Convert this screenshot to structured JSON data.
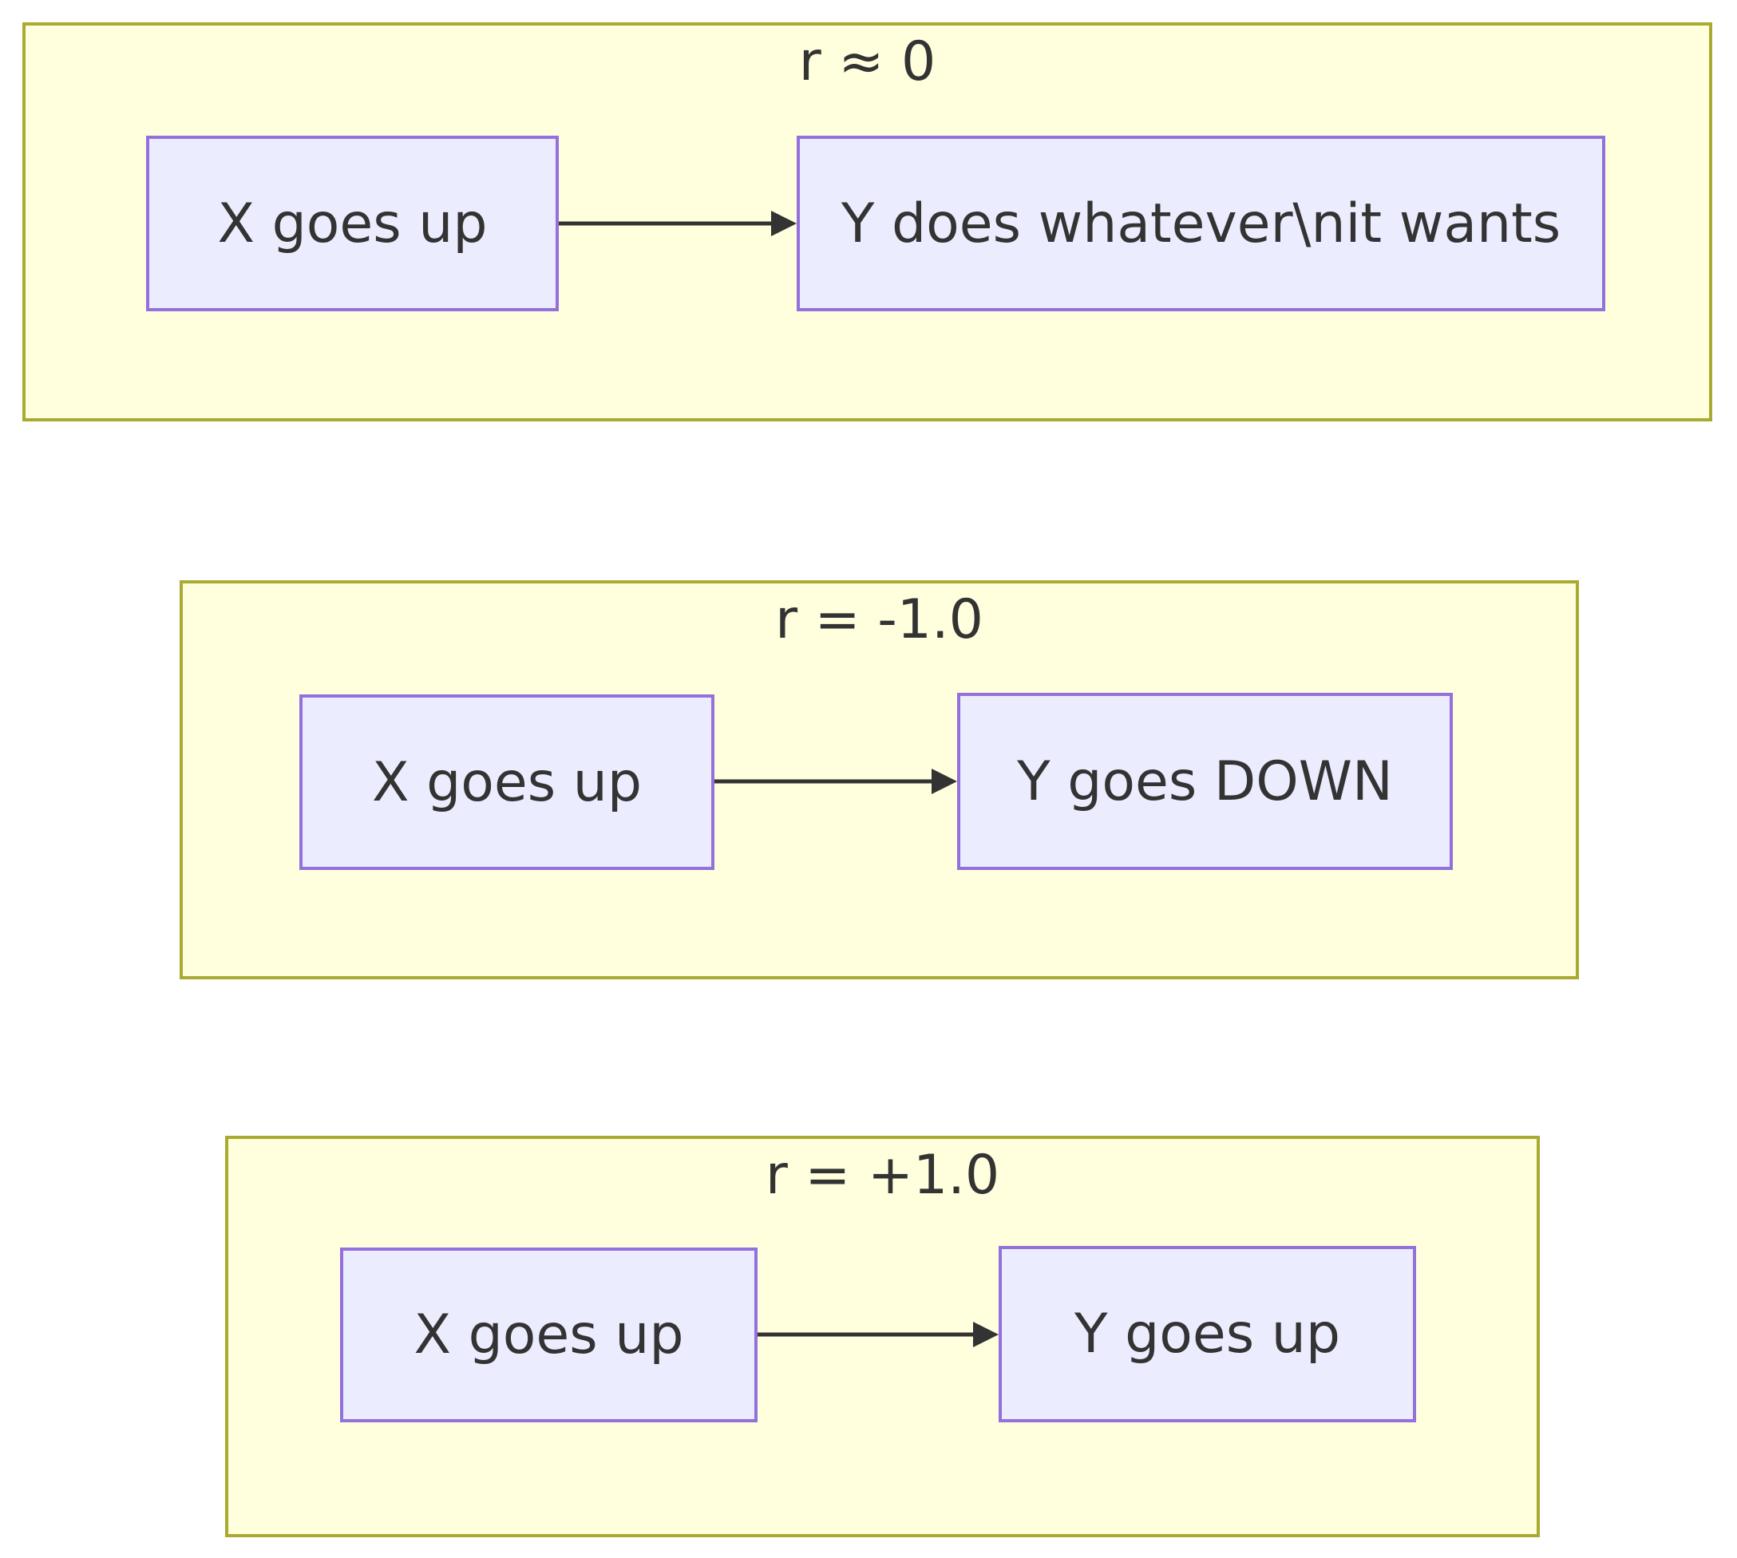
{
  "diagram": {
    "type": "flowchart-with-subgraphs",
    "panels": [
      {
        "title": "r ≈ 0",
        "source": {
          "label": "X goes up"
        },
        "target": {
          "label": "Y does whatever\\nit wants"
        },
        "edge": {
          "from": "X goes up",
          "to": "Y does whatever\\nit wants",
          "style": "arrow"
        }
      },
      {
        "title": "r = -1.0",
        "source": {
          "label": "X goes up"
        },
        "target": {
          "label": "Y goes DOWN"
        },
        "edge": {
          "from": "X goes up",
          "to": "Y goes DOWN",
          "style": "arrow"
        }
      },
      {
        "title": "r = +1.0",
        "source": {
          "label": "X goes up"
        },
        "target": {
          "label": "Y goes up"
        },
        "edge": {
          "from": "X goes up",
          "to": "Y goes up",
          "style": "arrow"
        }
      }
    ]
  },
  "colors": {
    "panel_fill": "#ffffde",
    "panel_border": "#aaaa33",
    "node_fill": "#ececff",
    "node_border": "#9370db",
    "arrow": "#333333",
    "text": "#333333",
    "page_background": "#ffffff"
  }
}
